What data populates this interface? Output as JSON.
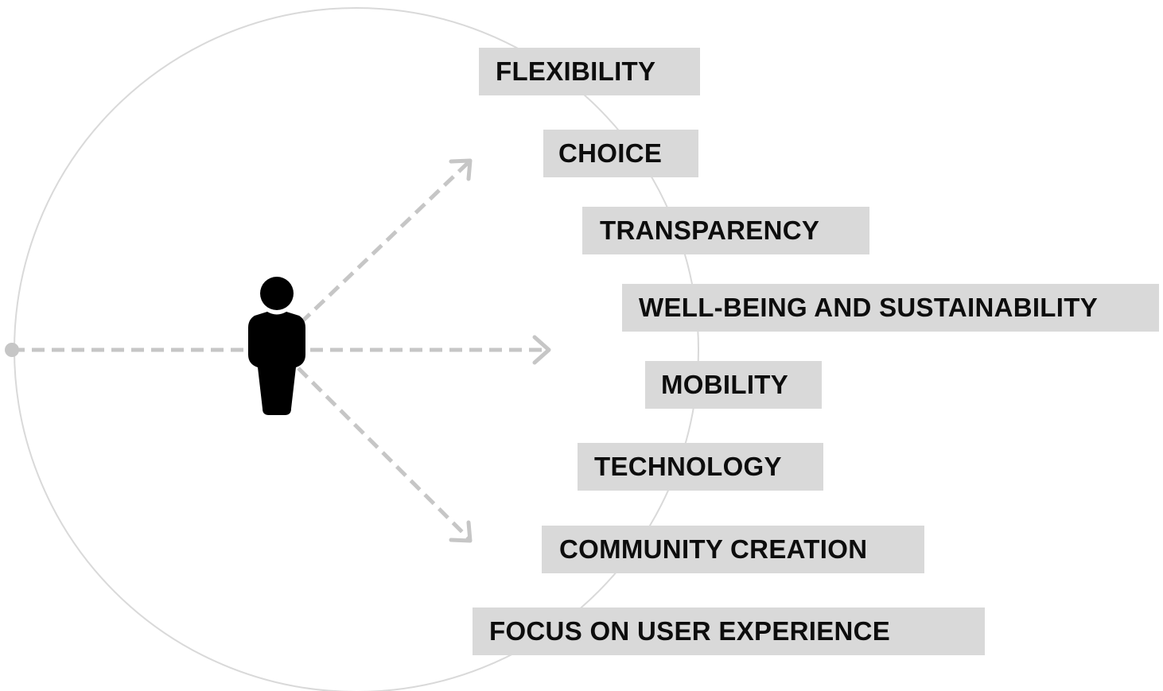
{
  "colors": {
    "circle": "#d9d9d9",
    "arrow": "#c6c6c6",
    "label_bg": "#d9d9d9",
    "label_text": "#0d0d0d",
    "person": "#000000"
  },
  "icons": {
    "person": "person-icon"
  },
  "labels": [
    "FLEXIBILITY",
    "CHOICE",
    "TRANSPARENCY",
    "WELL-BEING AND SUSTAINABILITY",
    "MOBILITY",
    "TECHNOLOGY",
    "COMMUNITY CREATION",
    "FOCUS ON USER EXPERIENCE"
  ]
}
